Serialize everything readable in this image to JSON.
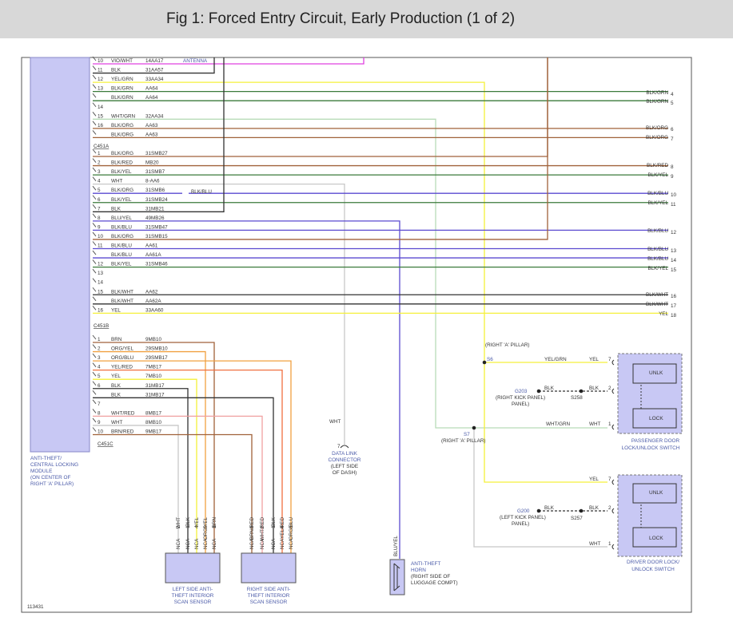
{
  "title": "Fig 1: Forced Entry Circuit, Early Production (1 of 2)",
  "module": {
    "lines": [
      "ANTI-THEFT/",
      "CENTRAL LOCKING",
      "MODULE",
      "(ON CENTER OF",
      "RIGHT 'A' PILLAR)"
    ]
  },
  "top_block": {
    "connector_name": "",
    "pins": [
      {
        "pin": "10",
        "color": "VIO/WHT",
        "circuit": "14AA17",
        "note": "ANTENNA"
      },
      {
        "pin": "11",
        "color": "BLK",
        "circuit": "31AA57"
      },
      {
        "pin": "12",
        "color": "YEL/GRN",
        "circuit": "33AA34"
      },
      {
        "pin": "13",
        "color": "BLK/GRN",
        "circuit": "AA64"
      },
      {
        "pin": "",
        "color": "BLK/GRN",
        "circuit": "AA64"
      },
      {
        "pin": "14",
        "color": "",
        "circuit": ""
      },
      {
        "pin": "15",
        "color": "WHT/GRN",
        "circuit": "32AA34"
      },
      {
        "pin": "16",
        "color": "BLK/ORG",
        "circuit": "AA63"
      },
      {
        "pin": "",
        "color": "BLK/ORG",
        "circuit": "AA63"
      }
    ]
  },
  "c451a": {
    "connector_name": "C451A",
    "pins": [
      {
        "pin": "1",
        "color": "BLK/ORG",
        "circuit": "31SMB27"
      },
      {
        "pin": "2",
        "color": "BLK/RED",
        "circuit": "MB20"
      },
      {
        "pin": "3",
        "color": "BLK/YEL",
        "circuit": "31SMB7"
      },
      {
        "pin": "4",
        "color": "WHT",
        "circuit": "8-AA6"
      },
      {
        "pin": "5",
        "color": "BLK/ORG",
        "circuit": "31SMB6",
        "note": "BLK/BLU"
      },
      {
        "pin": "6",
        "color": "BLK/YEL",
        "circuit": "31SMB24"
      },
      {
        "pin": "7",
        "color": "BLK",
        "circuit": "31MB21"
      },
      {
        "pin": "8",
        "color": "BLU/YEL",
        "circuit": "49MB26"
      },
      {
        "pin": "9",
        "color": "BLK/BLU",
        "circuit": "31SMB47"
      },
      {
        "pin": "10",
        "color": "BLK/ORG",
        "circuit": "31SMB15"
      },
      {
        "pin": "11",
        "color": "BLK/BLU",
        "circuit": "AA61"
      },
      {
        "pin": "",
        "color": "BLK/BLU",
        "circuit": "AA61A"
      },
      {
        "pin": "12",
        "color": "BLK/YEL",
        "circuit": "31SMB46"
      },
      {
        "pin": "13",
        "color": "",
        "circuit": ""
      },
      {
        "pin": "14",
        "color": "",
        "circuit": ""
      },
      {
        "pin": "15",
        "color": "BLK/WHT",
        "circuit": "AA62"
      },
      {
        "pin": "",
        "color": "BLK/WHT",
        "circuit": "AA62A"
      },
      {
        "pin": "16",
        "color": "YEL",
        "circuit": "33AA60"
      }
    ]
  },
  "c451b": {
    "connector_name": "C451B",
    "pins": [
      {
        "pin": "1",
        "color": "BRN",
        "circuit": "9MB10"
      },
      {
        "pin": "2",
        "color": "ORG/YEL",
        "circuit": "29SMB10"
      },
      {
        "pin": "3",
        "color": "ORG/BLU",
        "circuit": "29SMB17"
      },
      {
        "pin": "4",
        "color": "YEL/RED",
        "circuit": "7MB17"
      },
      {
        "pin": "5",
        "color": "YEL",
        "circuit": "7MB10"
      },
      {
        "pin": "6",
        "color": "BLK",
        "circuit": "31MB17"
      },
      {
        "pin": "",
        "color": "BLK",
        "circuit": "31MB17"
      },
      {
        "pin": "7",
        "color": "",
        "circuit": ""
      },
      {
        "pin": "8",
        "color": "WHT/RED",
        "circuit": "8MB17"
      },
      {
        "pin": "9",
        "color": "WHT",
        "circuit": "8MB10"
      },
      {
        "pin": "10",
        "color": "BRN/RED",
        "circuit": "9MB17"
      }
    ]
  },
  "c451c": {
    "connector_name": "C451C"
  },
  "right_wires": [
    {
      "label": "BLK/GRN",
      "num": "4"
    },
    {
      "label": "BLK/GRN",
      "num": "5"
    },
    {
      "label": "BLK/ORG",
      "num": "6"
    },
    {
      "label": "BLK/ORG",
      "num": "7"
    },
    {
      "label": "BLK/RED",
      "num": "8"
    },
    {
      "label": "BLK/YEL",
      "num": "9"
    },
    {
      "label": "BLK/BLU",
      "num": "10"
    },
    {
      "label": "BLK/YEL",
      "num": "11"
    },
    {
      "label": "BLK/BLU",
      "num": "12"
    },
    {
      "label": "BLK/BLU",
      "num": "13"
    },
    {
      "label": "BLK/BLU",
      "num": "14"
    },
    {
      "label": "BLK/YEL",
      "num": "15"
    },
    {
      "label": "BLK/WHT",
      "num": "16"
    },
    {
      "label": "BLK/WHT",
      "num": "17"
    },
    {
      "label": "YEL",
      "num": "18"
    }
  ],
  "splices": {
    "s6": {
      "name": "S6",
      "location": "(RIGHT 'A' PILLAR)"
    },
    "s7": {
      "name": "S7",
      "location": "(RIGHT 'A' PILLAR)"
    },
    "s258": "S258",
    "s257": "S257"
  },
  "grounds": {
    "g203": {
      "name": "G203",
      "location": "(RIGHT KICK PANEL)"
    },
    "g200": {
      "name": "G200",
      "location": "(LEFT KICK PANEL)"
    }
  },
  "passenger_switch": {
    "wires": [
      {
        "a": "YEL/GRN",
        "b": "YEL",
        "pin": "7"
      },
      {
        "a": "BLK",
        "b": "BLK",
        "pin": "2"
      },
      {
        "a": "WHT/GRN",
        "b": "WHT",
        "pin": "1"
      }
    ],
    "unlk": "UNLK",
    "lock": "LOCK",
    "lines": [
      "PASSENGER DOOR",
      "LOCK/UNLOCK SWITCH"
    ]
  },
  "driver_switch": {
    "wires": [
      {
        "a": "",
        "b": "YEL",
        "pin": "7"
      },
      {
        "a": "BLK",
        "b": "BLK",
        "pin": "2"
      },
      {
        "a": "",
        "b": "WHT",
        "pin": "1"
      }
    ],
    "unlk": "UNLK",
    "lock": "LOCK",
    "lines": [
      "DRIVER DOOR LOCK/",
      "UNLOCK SWITCH"
    ]
  },
  "dlc": {
    "wire": "WHT",
    "pin": "7",
    "lines": [
      "DATA LINK",
      "CONNECTOR",
      "(LEFT SIDE",
      "OF DASH)"
    ]
  },
  "horn": {
    "wire": "BLU/YEL",
    "lines": [
      "ANTI-THEFT",
      "HORN",
      "(RIGHT SIDE OF",
      "LUGGAGE COMPT)"
    ]
  },
  "left_sensor": {
    "wires": [
      "WHT",
      "BLK",
      "YEL",
      "ORG/YEL",
      "BRN"
    ],
    "pins": [
      "2",
      "1",
      "4",
      "5",
      "3"
    ],
    "nca": "NCA",
    "lines": [
      "LEFT SIDE ANTI-",
      "THEFT INTERIOR",
      "SCAN SENSOR"
    ]
  },
  "right_sensor": {
    "wires": [
      "BRN/RED",
      "WHT/RED",
      "BLK",
      "YEL/RED",
      "ORG/BLU"
    ],
    "pins": [
      "3",
      "2",
      "1",
      "4",
      "5"
    ],
    "nca": "NCA",
    "lines": [
      "RIGHT SIDE ANTI-",
      "THEFT INTERIOR",
      "SCAN SENSOR"
    ]
  },
  "figure_number": "113431",
  "colors": {
    "module_fill": "#c8c8f4",
    "module_text": "#4a5aa8",
    "yellow": "#f5f03a",
    "brown": "#a0623a",
    "green": "#3a7a3a",
    "blue": "#5a4ad0",
    "magenta": "#e040e0",
    "orange": "#f0a040",
    "dark": "#333333",
    "gray": "#b8b8b8",
    "title_bg": "#d8d8d8"
  }
}
